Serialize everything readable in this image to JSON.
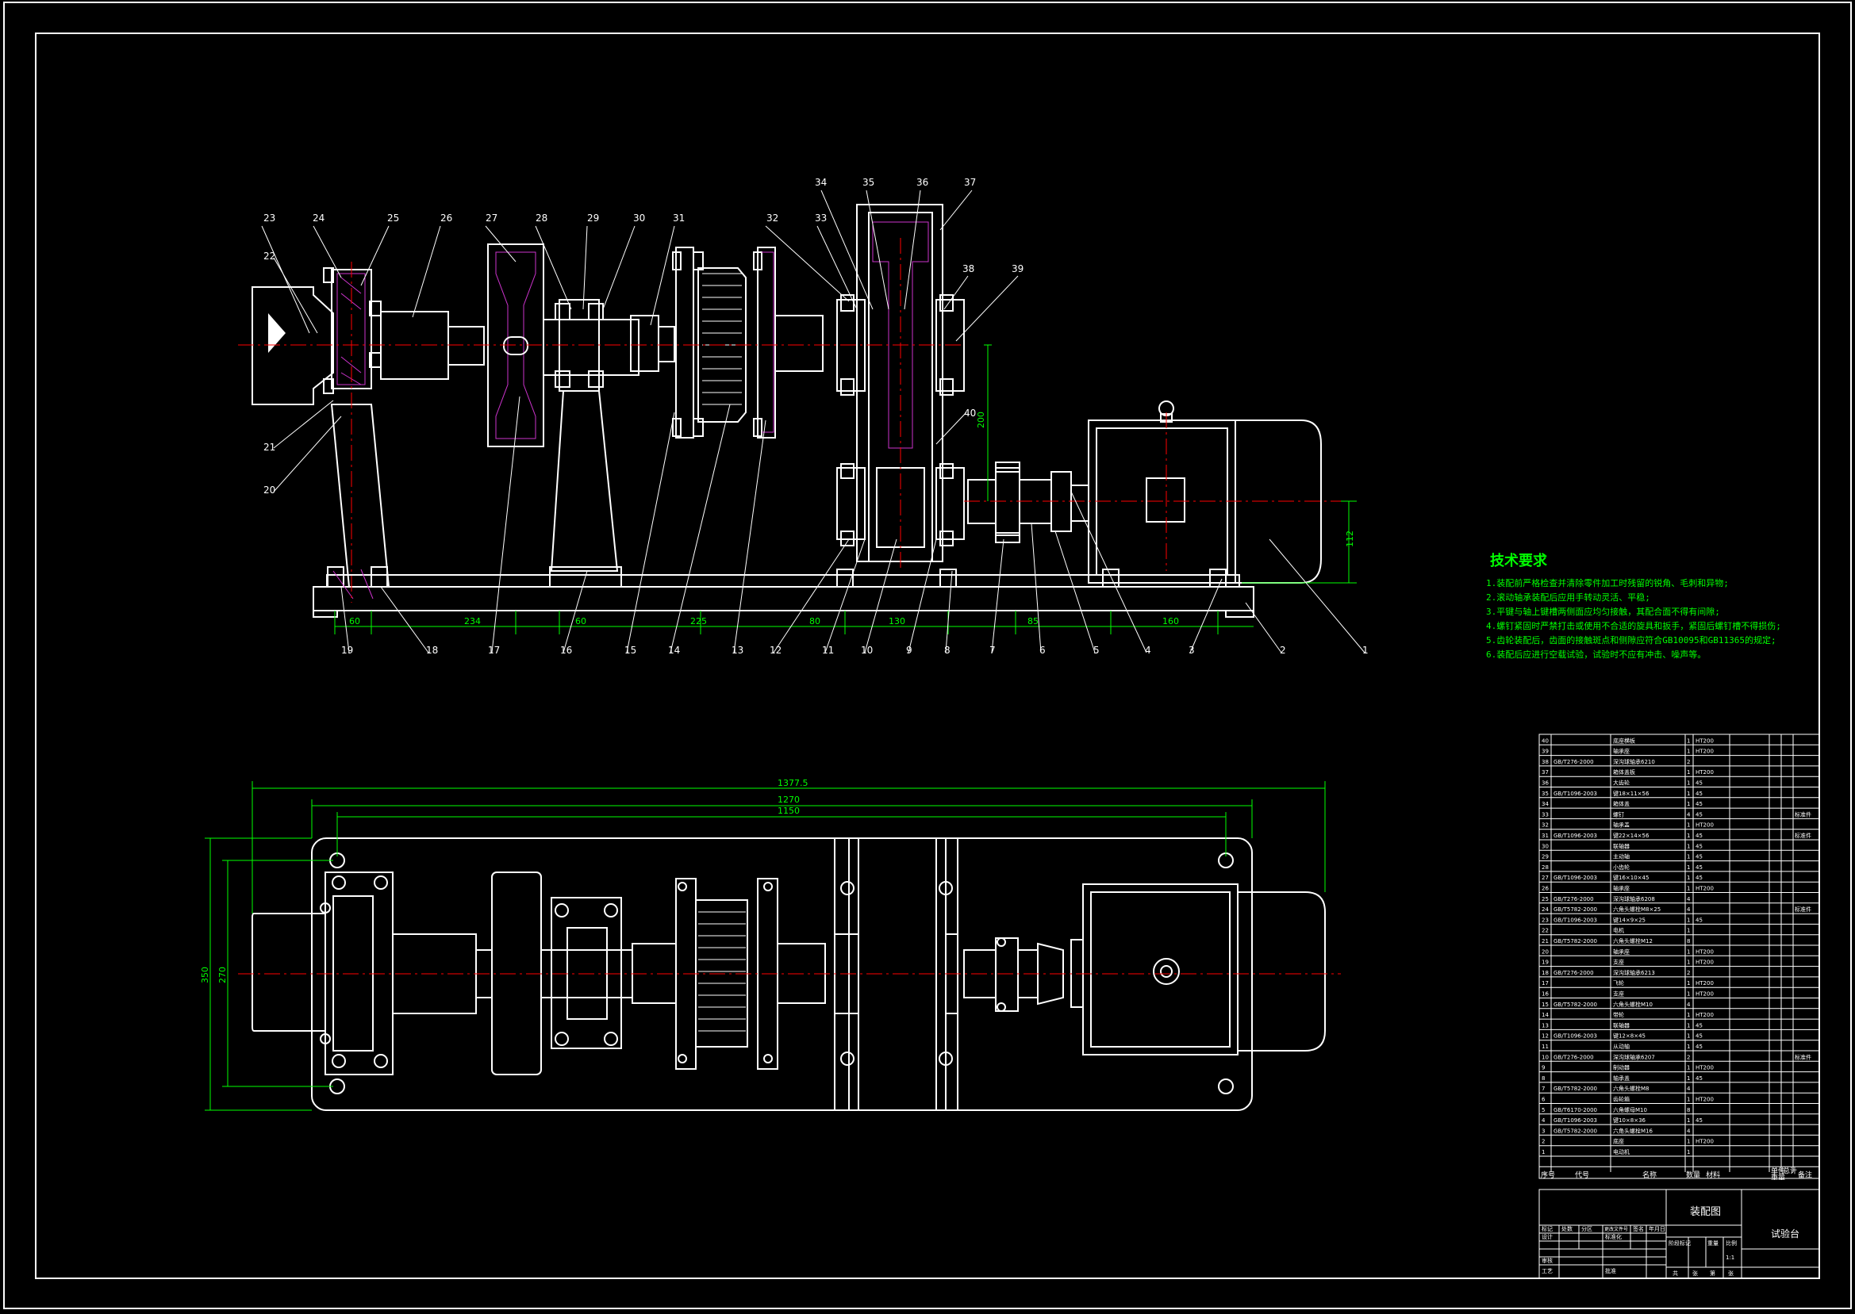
{
  "colors": {
    "background": "#000000",
    "lines": "#ffffff",
    "dimensions": "#00ff00",
    "centerlines": "#ff0000",
    "hatch": "#cc33cc",
    "tech_text": "#00ff00"
  },
  "technical_requirements": {
    "title": "技术要求",
    "lines": [
      "1.装配前严格检查并清除零件加工时残留的锐角、毛刺和异物;",
      "2.滚动轴承装配后应用手转动灵活、平稳;",
      "3.平键与轴上键槽两侧面应均匀接触，其配合面不得有间隙;",
      "4.螺钉紧固时严禁打击或使用不合适的旋具和扳手，紧固后螺钉槽不得损伤;",
      "5.齿轮装配后，齿面的接触斑点和侧隙应符合GB10095和GB11365的规定;",
      "6.装配后应进行空载试验，试验时不应有冲击、噪声等。"
    ]
  },
  "front_view": {
    "balloons_top": [
      "23",
      "24",
      "25",
      "26",
      "27",
      "28",
      "29",
      "30",
      "31",
      "32",
      "33",
      "34",
      "35",
      "36",
      "37",
      "38",
      "39"
    ],
    "balloons_left": [
      "22",
      "21",
      "20"
    ],
    "balloon_right": "40",
    "balloons_bottom": [
      "19",
      "18",
      "17",
      "16",
      "15",
      "14",
      "13",
      "12",
      "11",
      "10",
      "9",
      "8",
      "7",
      "6",
      "5",
      "4",
      "3",
      "2",
      "1"
    ],
    "dims_bottom": [
      "60",
      "234",
      "60",
      "225",
      "80",
      "130",
      "85",
      "160"
    ],
    "dim_height": "112",
    "dim_center": "200"
  },
  "top_view": {
    "dims_overall": [
      "1377.5",
      "1270",
      "1150"
    ],
    "dims_side": [
      "350",
      "270"
    ]
  },
  "bom": {
    "rows": [
      [
        "40",
        "",
        "底座横板",
        "1",
        "HT200",
        ""
      ],
      [
        "39",
        "",
        "轴承座",
        "1",
        "HT200",
        ""
      ],
      [
        "38",
        "GB/T276-2000",
        "深沟球轴承6210",
        "2",
        "",
        ""
      ],
      [
        "37",
        "",
        "箱体盖板",
        "1",
        "HT200",
        ""
      ],
      [
        "36",
        "",
        "大齿轮",
        "1",
        "45",
        ""
      ],
      [
        "35",
        "GB/T1096-2003",
        "键18×11×56",
        "1",
        "45",
        ""
      ],
      [
        "34",
        "",
        "箱体盖",
        "1",
        "45",
        ""
      ],
      [
        "33",
        "",
        "螺钉",
        "4",
        "45",
        "标准件"
      ],
      [
        "32",
        "",
        "轴承盖",
        "1",
        "HT200",
        ""
      ],
      [
        "31",
        "GB/T1096-2003",
        "键22×14×56",
        "1",
        "45",
        "标准件"
      ],
      [
        "30",
        "",
        "联轴器",
        "1",
        "45",
        ""
      ],
      [
        "29",
        "",
        "主动轴",
        "1",
        "45",
        ""
      ],
      [
        "28",
        "",
        "小齿轮",
        "1",
        "45",
        ""
      ],
      [
        "27",
        "GB/T1096-2003",
        "键16×10×45",
        "1",
        "45",
        ""
      ],
      [
        "26",
        "",
        "轴承座",
        "1",
        "HT200",
        ""
      ],
      [
        "25",
        "GB/T276-2000",
        "深沟球轴承6208",
        "4",
        "",
        ""
      ],
      [
        "24",
        "GB/T5782-2000",
        "六角头螺栓M8×25",
        "4",
        "",
        "标准件"
      ],
      [
        "23",
        "GB/T1096-2003",
        "键14×9×25",
        "1",
        "45",
        ""
      ],
      [
        "22",
        "",
        "电机",
        "1",
        "",
        ""
      ],
      [
        "21",
        "GB/T5782-2000",
        "六角头螺栓M12",
        "8",
        "",
        ""
      ],
      [
        "20",
        "",
        "轴承座",
        "1",
        "HT200",
        ""
      ],
      [
        "19",
        "",
        "支座",
        "1",
        "HT200",
        ""
      ],
      [
        "18",
        "GB/T276-2000",
        "深沟球轴承6213",
        "2",
        "",
        ""
      ],
      [
        "17",
        "",
        "飞轮",
        "1",
        "HT200",
        ""
      ],
      [
        "16",
        "",
        "支座",
        "1",
        "HT200",
        ""
      ],
      [
        "15",
        "GB/T5782-2000",
        "六角头螺栓M10",
        "4",
        "",
        ""
      ],
      [
        "14",
        "",
        "带轮",
        "1",
        "HT200",
        ""
      ],
      [
        "13",
        "",
        "联轴器",
        "1",
        "45",
        ""
      ],
      [
        "12",
        "GB/T1096-2003",
        "键12×8×45",
        "1",
        "45",
        ""
      ],
      [
        "11",
        "",
        "从动轴",
        "1",
        "45",
        ""
      ],
      [
        "10",
        "GB/T276-2000",
        "深沟球轴承6207",
        "2",
        "",
        "标准件"
      ],
      [
        "9",
        "",
        "制动器",
        "1",
        "HT200",
        ""
      ],
      [
        "8",
        "",
        "轴承盖",
        "1",
        "45",
        ""
      ],
      [
        "7",
        "GB/T5782-2000",
        "六角头螺栓M8",
        "4",
        "",
        ""
      ],
      [
        "6",
        "",
        "齿轮箱",
        "1",
        "HT200",
        ""
      ],
      [
        "5",
        "GB/T6170-2000",
        "六角螺母M10",
        "8",
        "",
        ""
      ],
      [
        "4",
        "GB/T1096-2003",
        "键10×8×36",
        "1",
        "45",
        ""
      ],
      [
        "3",
        "GB/T5782-2000",
        "六角头螺栓M16",
        "4",
        "",
        ""
      ],
      [
        "2",
        "",
        "底座",
        "1",
        "HT200",
        ""
      ],
      [
        "1",
        "",
        "电动机",
        "1",
        "",
        ""
      ]
    ],
    "header": {
      "seq": "序号",
      "code": "代号",
      "name": "名称",
      "qty": "数量",
      "material": "材料",
      "single": "单件",
      "total": "总计",
      "weight": "重量",
      "remark": "备注"
    }
  },
  "title_block": {
    "drawing_name": "装配图",
    "product": "试验台",
    "scale": "1:1",
    "labels_left": [
      "标记",
      "处数",
      "分区",
      "更改文件号",
      "签名",
      "年月日"
    ],
    "labels_rows": [
      "设计",
      "审核",
      "工艺"
    ],
    "labels_mid": [
      "标准化",
      "批准"
    ],
    "stage_mark": "阶段标记",
    "weight": "重量",
    "ratio": "比例",
    "sheets": [
      "共",
      "张",
      "第",
      "张"
    ]
  }
}
